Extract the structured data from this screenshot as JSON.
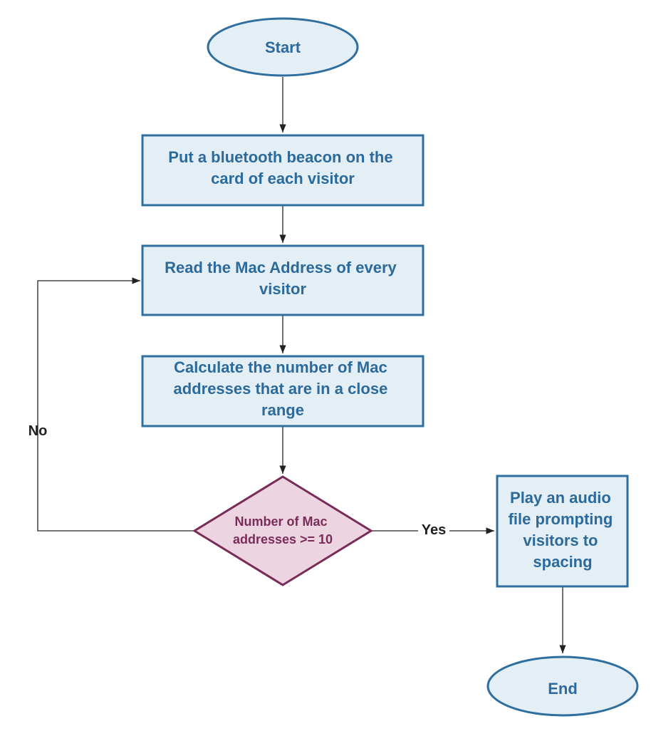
{
  "nodes": {
    "start": "Start",
    "step1": [
      "Put a bluetooth beacon on the",
      "card of each visitor"
    ],
    "step2": [
      "Read the Mac Address of every",
      "visitor"
    ],
    "step3": [
      "Calculate the number of Mac",
      "addresses that are in a close",
      "range"
    ],
    "decision": [
      "Number of Mac",
      "addresses >= 10"
    ],
    "action": [
      "Play an audio",
      "file prompting",
      "visitors to",
      "spacing"
    ],
    "end": "End"
  },
  "edge_labels": {
    "no": "No",
    "yes": "Yes"
  },
  "colors": {
    "process_fill": "#e4eef5",
    "process_stroke": "#2f6f9f",
    "process_text": "#2b6a9a",
    "decision_fill": "#ecd5e1",
    "decision_stroke": "#7a2c58"
  }
}
